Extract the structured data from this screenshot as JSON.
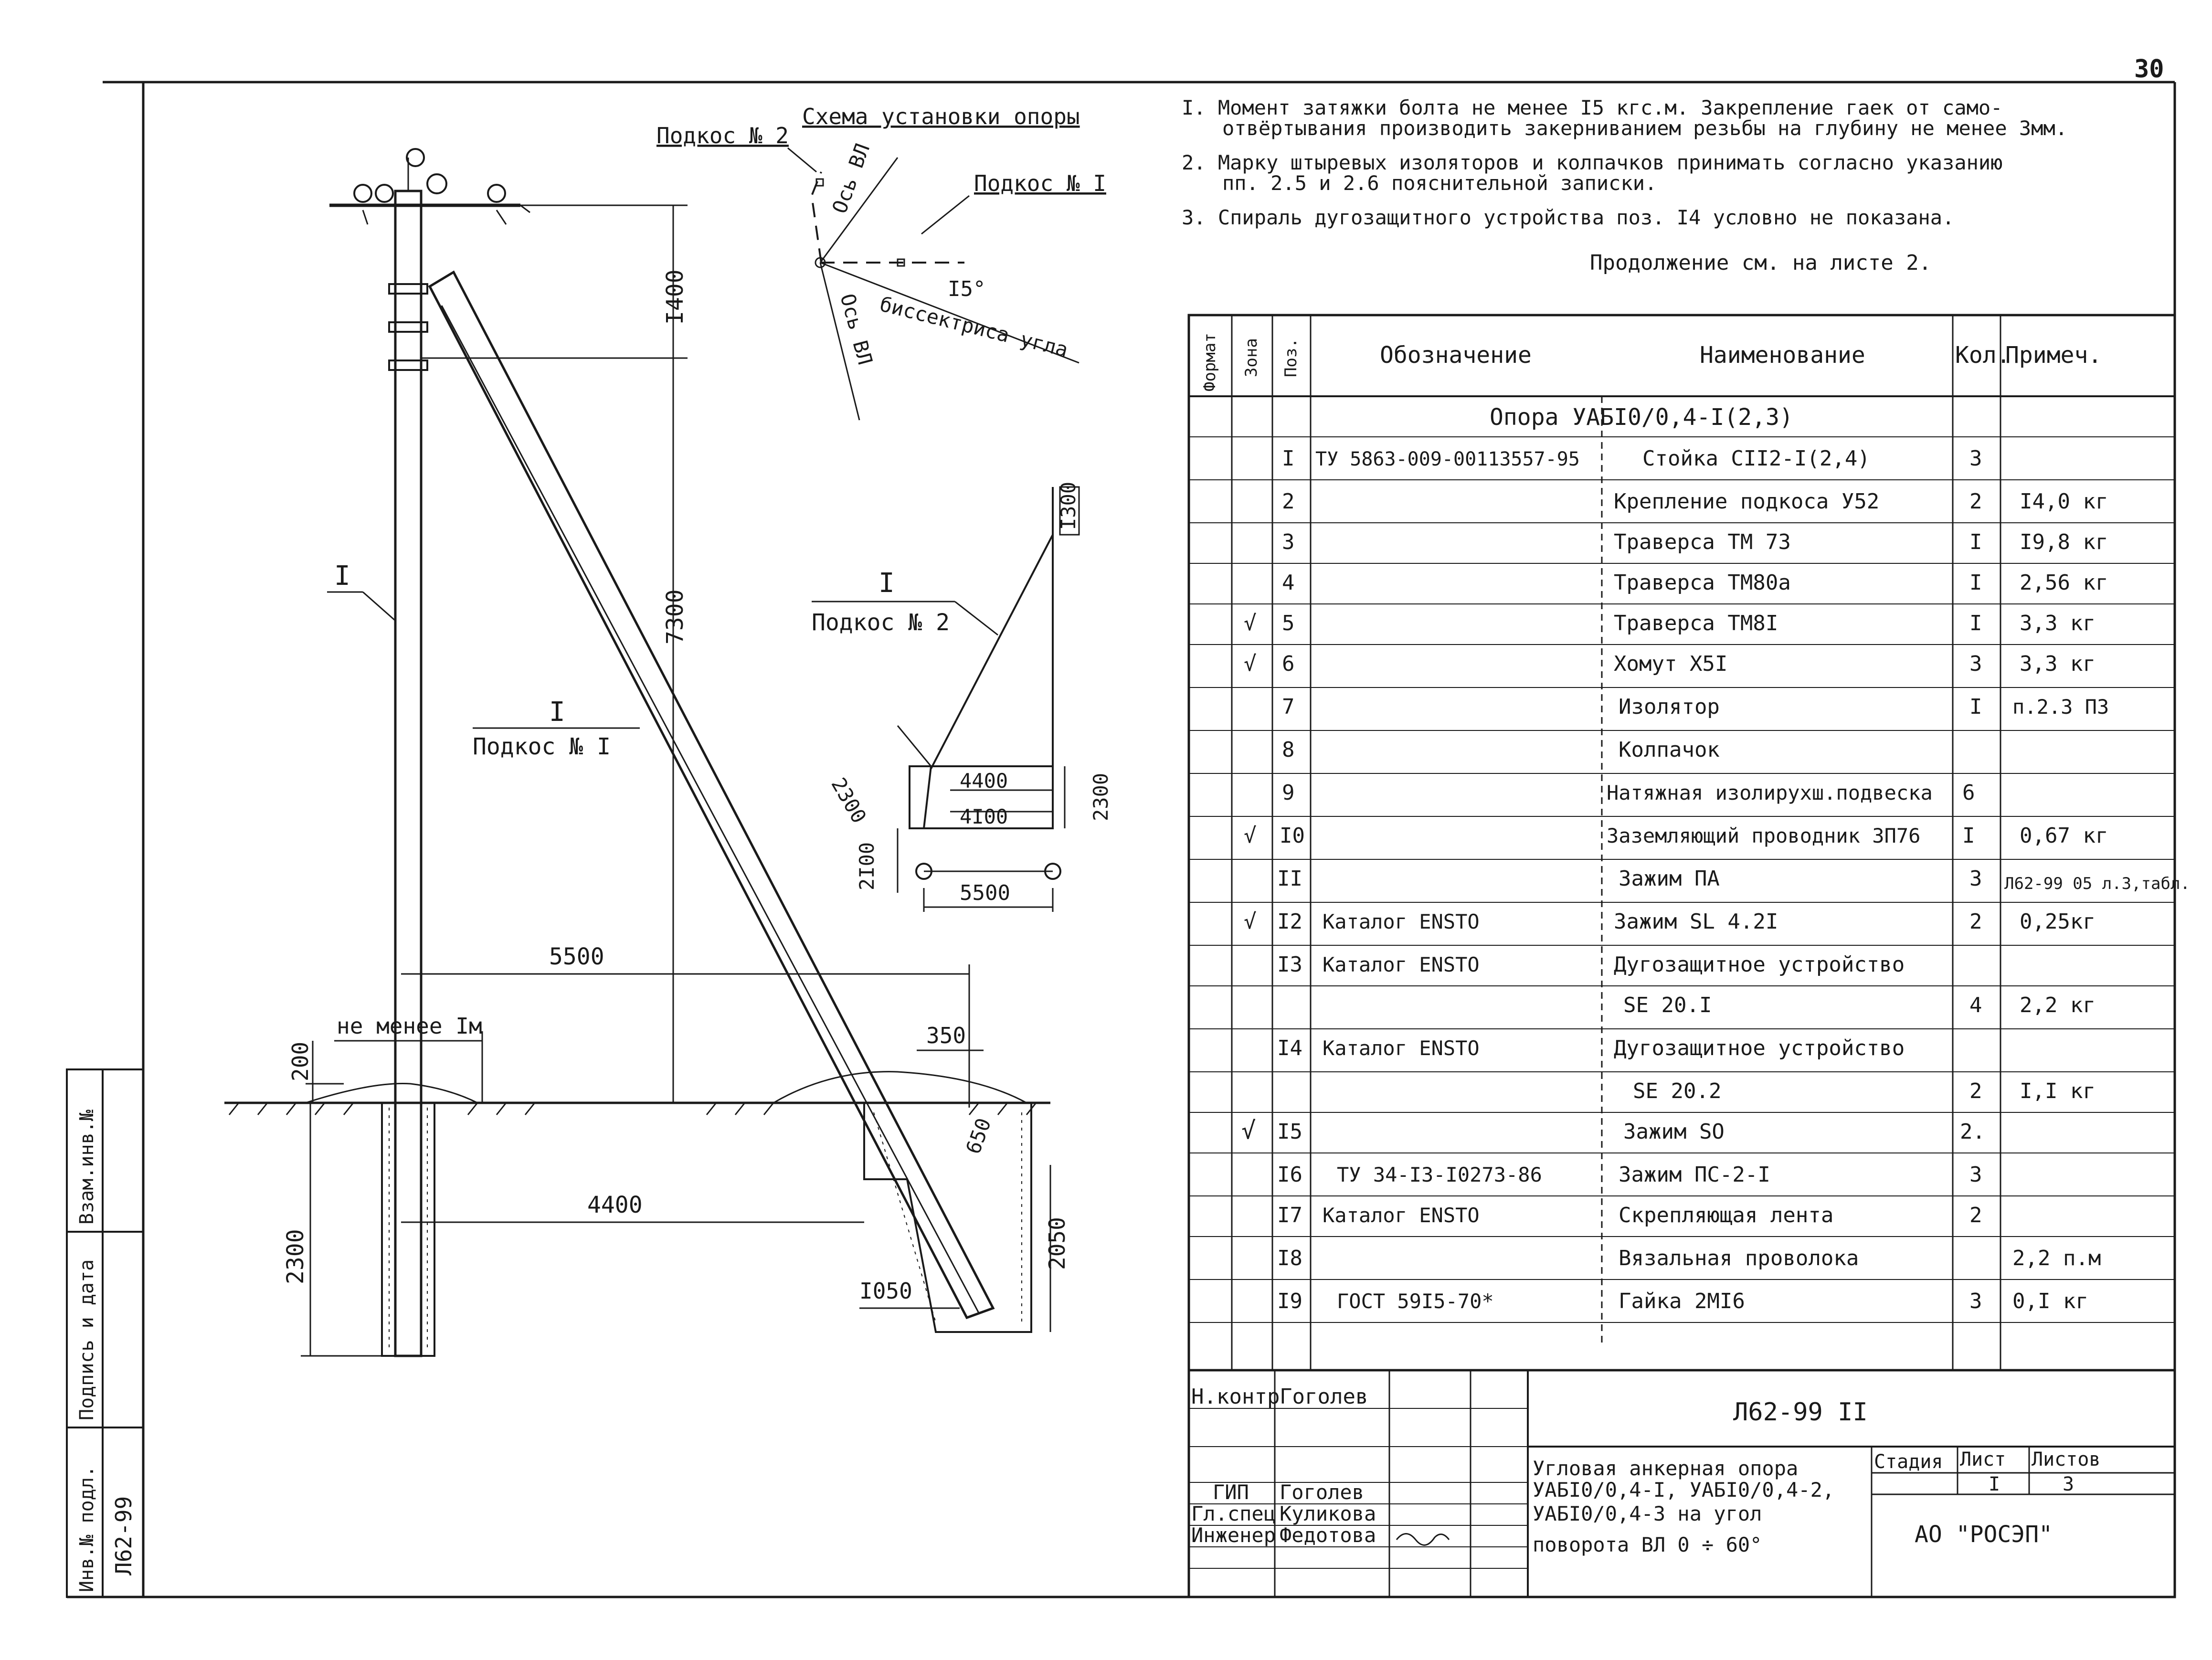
{
  "sheet": {
    "page_number": "30",
    "notes": [
      "I. Момент затяжки болта не менее I5 кгс.м. Закрепление гаек от само-",
      "отвёртывания производить закерниванием резьбы на глубину не менее 3мм.",
      "2. Марку штыревых изоляторов и колпачков принимать согласно указанию",
      "пп. 2.5 и 2.6 пояснительной записки.",
      "3. Спираль дугозащитного устройства поз. I4 условно не показана."
    ],
    "continuation": "Продолжение см. на листе 2."
  },
  "drawing": {
    "scheme_title": "Схема установки опоры",
    "podkos2_label": "Подкос № 2",
    "podkos1_label": "Подкос № I",
    "axis_vl_1": "Ось ВЛ",
    "axis_vl_2": "Ось ВЛ",
    "angle_label": "I5°",
    "bisector_label": "биссектриса угла",
    "pos1_label": "I",
    "view_a_num": "I",
    "view_a_name": "Подкос № I",
    "view_b_num": "I",
    "view_b_name": "Подкос № 2",
    "min_label": "не менее Iм",
    "dims": {
      "d1400": "I400",
      "d7300": "7300",
      "d5500": "5500",
      "d200": "200",
      "d4400": "4400",
      "d2300": "2300",
      "d350": "350",
      "d650": "650",
      "d2050": "2050",
      "d1050": "I050",
      "inset_1300": "I300",
      "inset_2300a": "2300",
      "inset_2300b": "2300",
      "inset_4400": "4400",
      "inset_4100": "4I00",
      "inset_2100": "2I00",
      "inset_5500": "5500"
    }
  },
  "spec": {
    "headers": [
      "Формат",
      "Зона",
      "Поз.",
      "Обозначение",
      "Наименование",
      "Кол.",
      "Примеч."
    ],
    "group_title": "Опора УАБI0/0,4-I(2,3)",
    "rows": [
      {
        "check": "",
        "pos": "I",
        "des": "ТУ 5863-009-00113557-95",
        "name": "Стойка СII2-I(2,4)",
        "qty": "3",
        "note": ""
      },
      {
        "check": "",
        "pos": "2",
        "des": "",
        "name": "Крепление подкоса У52",
        "qty": "2",
        "note": "I4,0 кг"
      },
      {
        "check": "",
        "pos": "3",
        "des": "",
        "name": "Траверса ТМ 73",
        "qty": "I",
        "note": "I9,8 кг"
      },
      {
        "check": "",
        "pos": "4",
        "des": "",
        "name": "Траверса ТМ80а",
        "qty": "I",
        "note": "2,56 кг"
      },
      {
        "check": "√",
        "pos": "5",
        "des": "",
        "name": "Траверса ТМ8I",
        "qty": "I",
        "note": "3,3 кг"
      },
      {
        "check": "√",
        "pos": "6",
        "des": "",
        "name": "Хомут Х5I",
        "qty": "3",
        "note": "3,3 кг"
      },
      {
        "check": "",
        "pos": "7",
        "des": "",
        "name": "Изолятор",
        "qty": "I",
        "note": "п.2.3 ПЗ"
      },
      {
        "check": "",
        "pos": "8",
        "des": "",
        "name": "Колпачок",
        "qty": "",
        "note": ""
      },
      {
        "check": "",
        "pos": "9",
        "des": "",
        "name": "Натяжная изолирухш.подвеска",
        "qty": "6",
        "note": ""
      },
      {
        "check": "√",
        "pos": "I0",
        "des": "",
        "name": "Заземляющий проводник ЗП76",
        "qty": "I",
        "note": "0,67 кг"
      },
      {
        "check": "",
        "pos": "II",
        "des": "",
        "name": "Зажим ПА",
        "qty": "3",
        "note": "Л62-99 05 л.3,табл."
      },
      {
        "check": "√",
        "pos": "I2",
        "des": "Каталог ENSTO",
        "name": "Зажим SL 4.2I",
        "qty": "2",
        "note": "0,25кг"
      },
      {
        "check": "",
        "pos": "I3",
        "des": "Каталог ENSTO",
        "name": "Дугозащитное устройство",
        "qty": "",
        "note": ""
      },
      {
        "check": "",
        "pos": "",
        "des": "",
        "name": "SE 20.I",
        "qty": "4",
        "note": "2,2 кг"
      },
      {
        "check": "",
        "pos": "I4",
        "des": "Каталог ENSTO",
        "name": "Дугозащитное устройство",
        "qty": "",
        "note": ""
      },
      {
        "check": "",
        "pos": "",
        "des": "",
        "name": "SE 20.2",
        "qty": "2",
        "note": "I,I кг"
      },
      {
        "check": "√",
        "pos": "I5",
        "des": "",
        "name": "Зажим SO",
        "qty": "2.",
        "note": ""
      },
      {
        "check": "",
        "pos": "I6",
        "des": "ТУ 34-I3-I0273-86",
        "name": "Зажим ПС-2-I",
        "qty": "3",
        "note": ""
      },
      {
        "check": "",
        "pos": "I7",
        "des": "Каталог ENSTO",
        "name": "Скрепляющая лента",
        "qty": "2",
        "note": ""
      },
      {
        "check": "",
        "pos": "I8",
        "des": "",
        "name": "Вязальная проволока",
        "qty": "",
        "note": "2,2 п.м"
      },
      {
        "check": "",
        "pos": "I9",
        "des": "ГОСТ 59I5-70*",
        "name": "Гайка 2МI6",
        "qty": "3",
        "note": "0,I кг"
      }
    ]
  },
  "title_block": {
    "doc_code": "Л62-99 II",
    "roles": [
      {
        "role": "Н.контр",
        "name": "Гоголев"
      },
      {
        "role": "ГИП",
        "name": "Гоголев"
      },
      {
        "role": "Гл.спец",
        "name": "Куликова"
      },
      {
        "role": "Инженер",
        "name": "Федотова"
      }
    ],
    "title_lines": [
      "Угловая анкерная опора",
      "УАБI0/0,4-I, УАБI0/0,4-2,",
      "УАБI0/0,4-3 на угол",
      "поворота ВЛ  0 ÷ 60°"
    ],
    "stage_label": "Стадия",
    "sheet_label": "Лист",
    "sheets_label": "Листов",
    "sheet_value": "I",
    "sheets_value": "3",
    "org": "АО \"РОСЭП\""
  },
  "side_stamp": {
    "inv_label": "Инв.№ подл.",
    "inv_value": "Л62-99",
    "sign_label": "Подпись и дата",
    "replace_label": "Взам.инв.№"
  }
}
